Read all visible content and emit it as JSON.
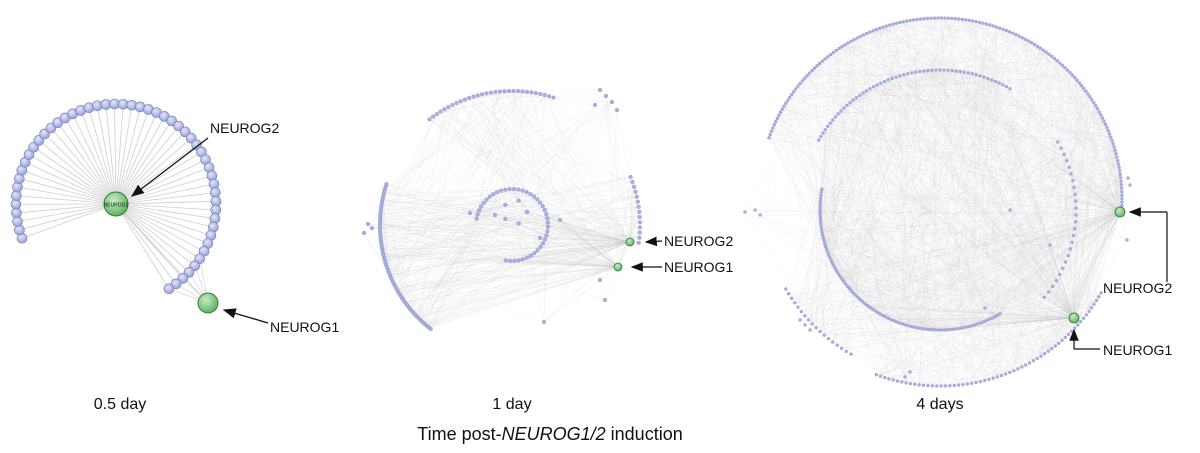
{
  "panels": [
    {
      "time_label": "0.5 day",
      "center_node_text": "NEUROG2",
      "labels": [
        "NEUROG2",
        "NEUROG1"
      ]
    },
    {
      "time_label": "1 day",
      "labels": [
        "NEUROG2",
        "NEUROG1"
      ]
    },
    {
      "time_label": "4 days",
      "labels": [
        "NEUROG2",
        "NEUROG1"
      ]
    }
  ],
  "axis_title": {
    "prefix": "Time post-",
    "gene": "NEUROG1/2",
    "suffix": " induction"
  },
  "colors": {
    "target_node": "#aab0e0",
    "target_node_stroke": "#6f77b8",
    "regulator_node": "#6cbf6e",
    "regulator_node_stroke": "#2f7d36",
    "edge": "#c9c9c9",
    "arrow": "#111111"
  }
}
